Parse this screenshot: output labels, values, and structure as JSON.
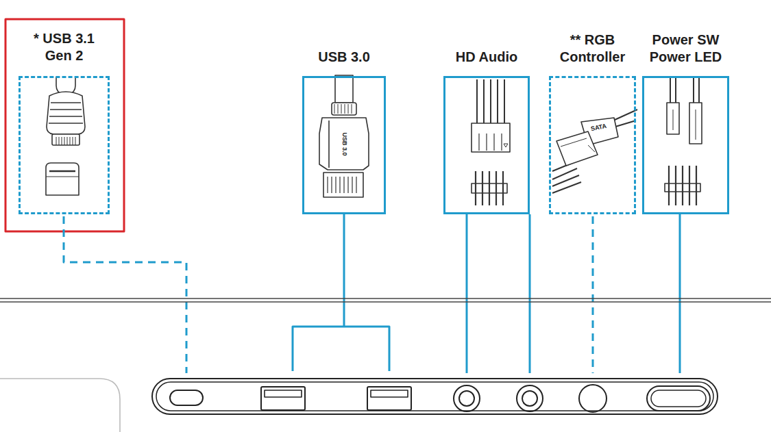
{
  "diagram": {
    "nodes": [
      {
        "text": [
          "* USB 3.1 Gen 2"
        ]
      },
      {
        "text": [
          "USB 3.0"
        ]
      },
      {
        "text": [
          "HD Audio"
        ]
      },
      {
        "text": [
          "** RGB Controller"
        ]
      },
      {
        "text": [
          "Power SW Power LED"
        ]
      }
    ],
    "labels": [
      "USB 3.0",
      "SATA"
    ]
  }
}
